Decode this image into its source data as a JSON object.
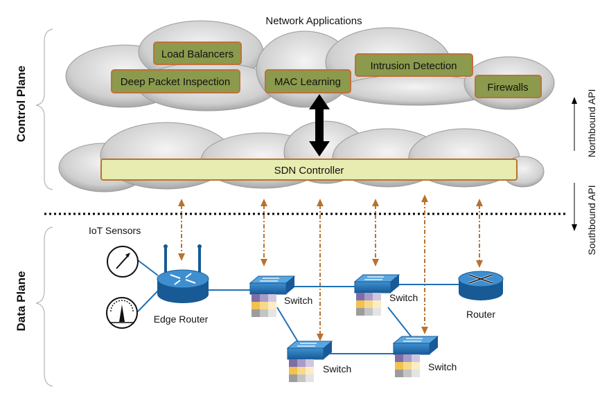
{
  "title": "Network Applications",
  "control_plane_label": "Control Plane",
  "data_plane_label": "Data Plane",
  "northbound_label": "Northbound API",
  "southbound_label": "Southbound API",
  "iot_label": "IoT Sensors",
  "applications": [
    "Load Balancers",
    "Deep Packet Inspection",
    "MAC Learning",
    "Intrusion Detection",
    "Firewalls"
  ],
  "controller_label": "SDN Controller",
  "devices": {
    "edge_router": "Edge Router",
    "router": "Router",
    "switch": "Switch"
  },
  "colors": {
    "app_fill": "#8b9a4c",
    "app_border": "#c0703a",
    "controller_fill": "#e8ecb0",
    "controller_border": "#b8722f",
    "arrow": "#b8722f",
    "link": "#1f6fb5",
    "device": "#1f6fb5"
  }
}
